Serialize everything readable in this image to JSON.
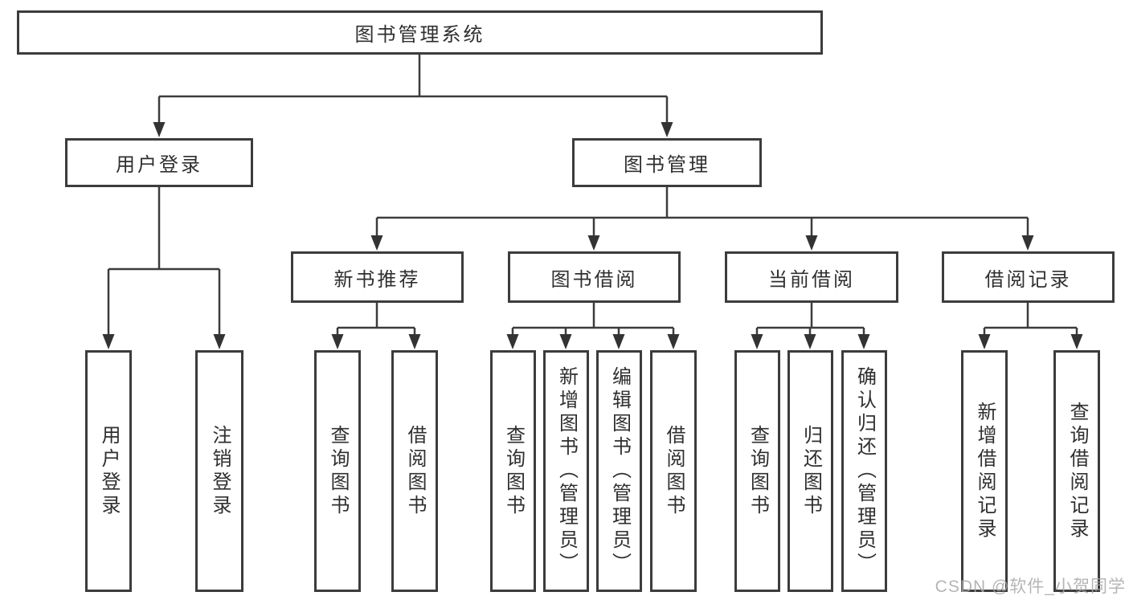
{
  "colors": {
    "line": "#3c3c3c",
    "box_border": "#3c3c3c",
    "box_fill": "#ffffff",
    "text": "#2f2f2f",
    "watermark": "#a8a8a8",
    "background": "#ffffff"
  },
  "watermark": {
    "text": "CSDN @软件_小贺同学"
  },
  "tree": {
    "label": "图书管理系统",
    "children": [
      {
        "label": "用户登录",
        "children": [
          {
            "label": "用户登录"
          },
          {
            "label": "注销登录"
          }
        ]
      },
      {
        "label": "图书管理",
        "children": [
          {
            "label": "新书推荐",
            "children": [
              {
                "label": "查询图书"
              },
              {
                "label": "借阅图书"
              }
            ]
          },
          {
            "label": "图书借阅",
            "children": [
              {
                "label": "查询图书"
              },
              {
                "label": "新增图书（管理员）"
              },
              {
                "label": "编辑图书（管理员）"
              },
              {
                "label": "借阅图书"
              }
            ]
          },
          {
            "label": "当前借阅",
            "children": [
              {
                "label": "查询图书"
              },
              {
                "label": "归还图书"
              },
              {
                "label": "确认归还（管理员）"
              }
            ]
          },
          {
            "label": "借阅记录",
            "children": [
              {
                "label": "新增借阅记录"
              },
              {
                "label": "查询借阅记录"
              }
            ]
          }
        ]
      }
    ]
  }
}
